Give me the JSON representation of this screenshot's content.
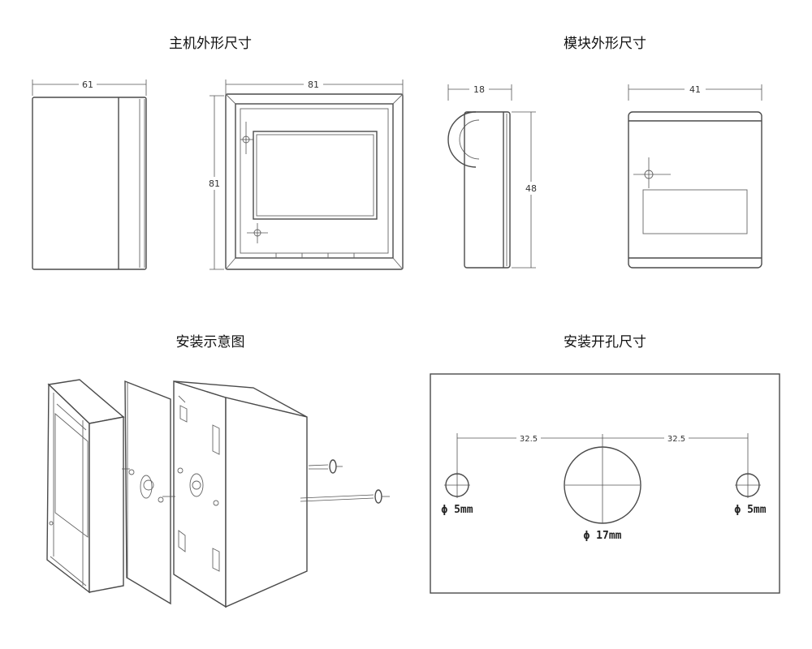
{
  "sections": {
    "main_unit": {
      "title": "主机外形尺寸",
      "width_label": "61",
      "front_width_label": "81",
      "height_label": "81"
    },
    "module": {
      "title": "模块外形尺寸",
      "depth_label": "18",
      "height_label": "48",
      "width_label": "41"
    },
    "installation": {
      "title": "安装示意图"
    },
    "cutout": {
      "title": "安装开孔尺寸",
      "spacing_left": "32.5",
      "spacing_right": "32.5",
      "hole_left_label": "ϕ 5mm",
      "hole_center_label": "ϕ 17mm",
      "hole_right_label": "ϕ 5mm"
    }
  }
}
